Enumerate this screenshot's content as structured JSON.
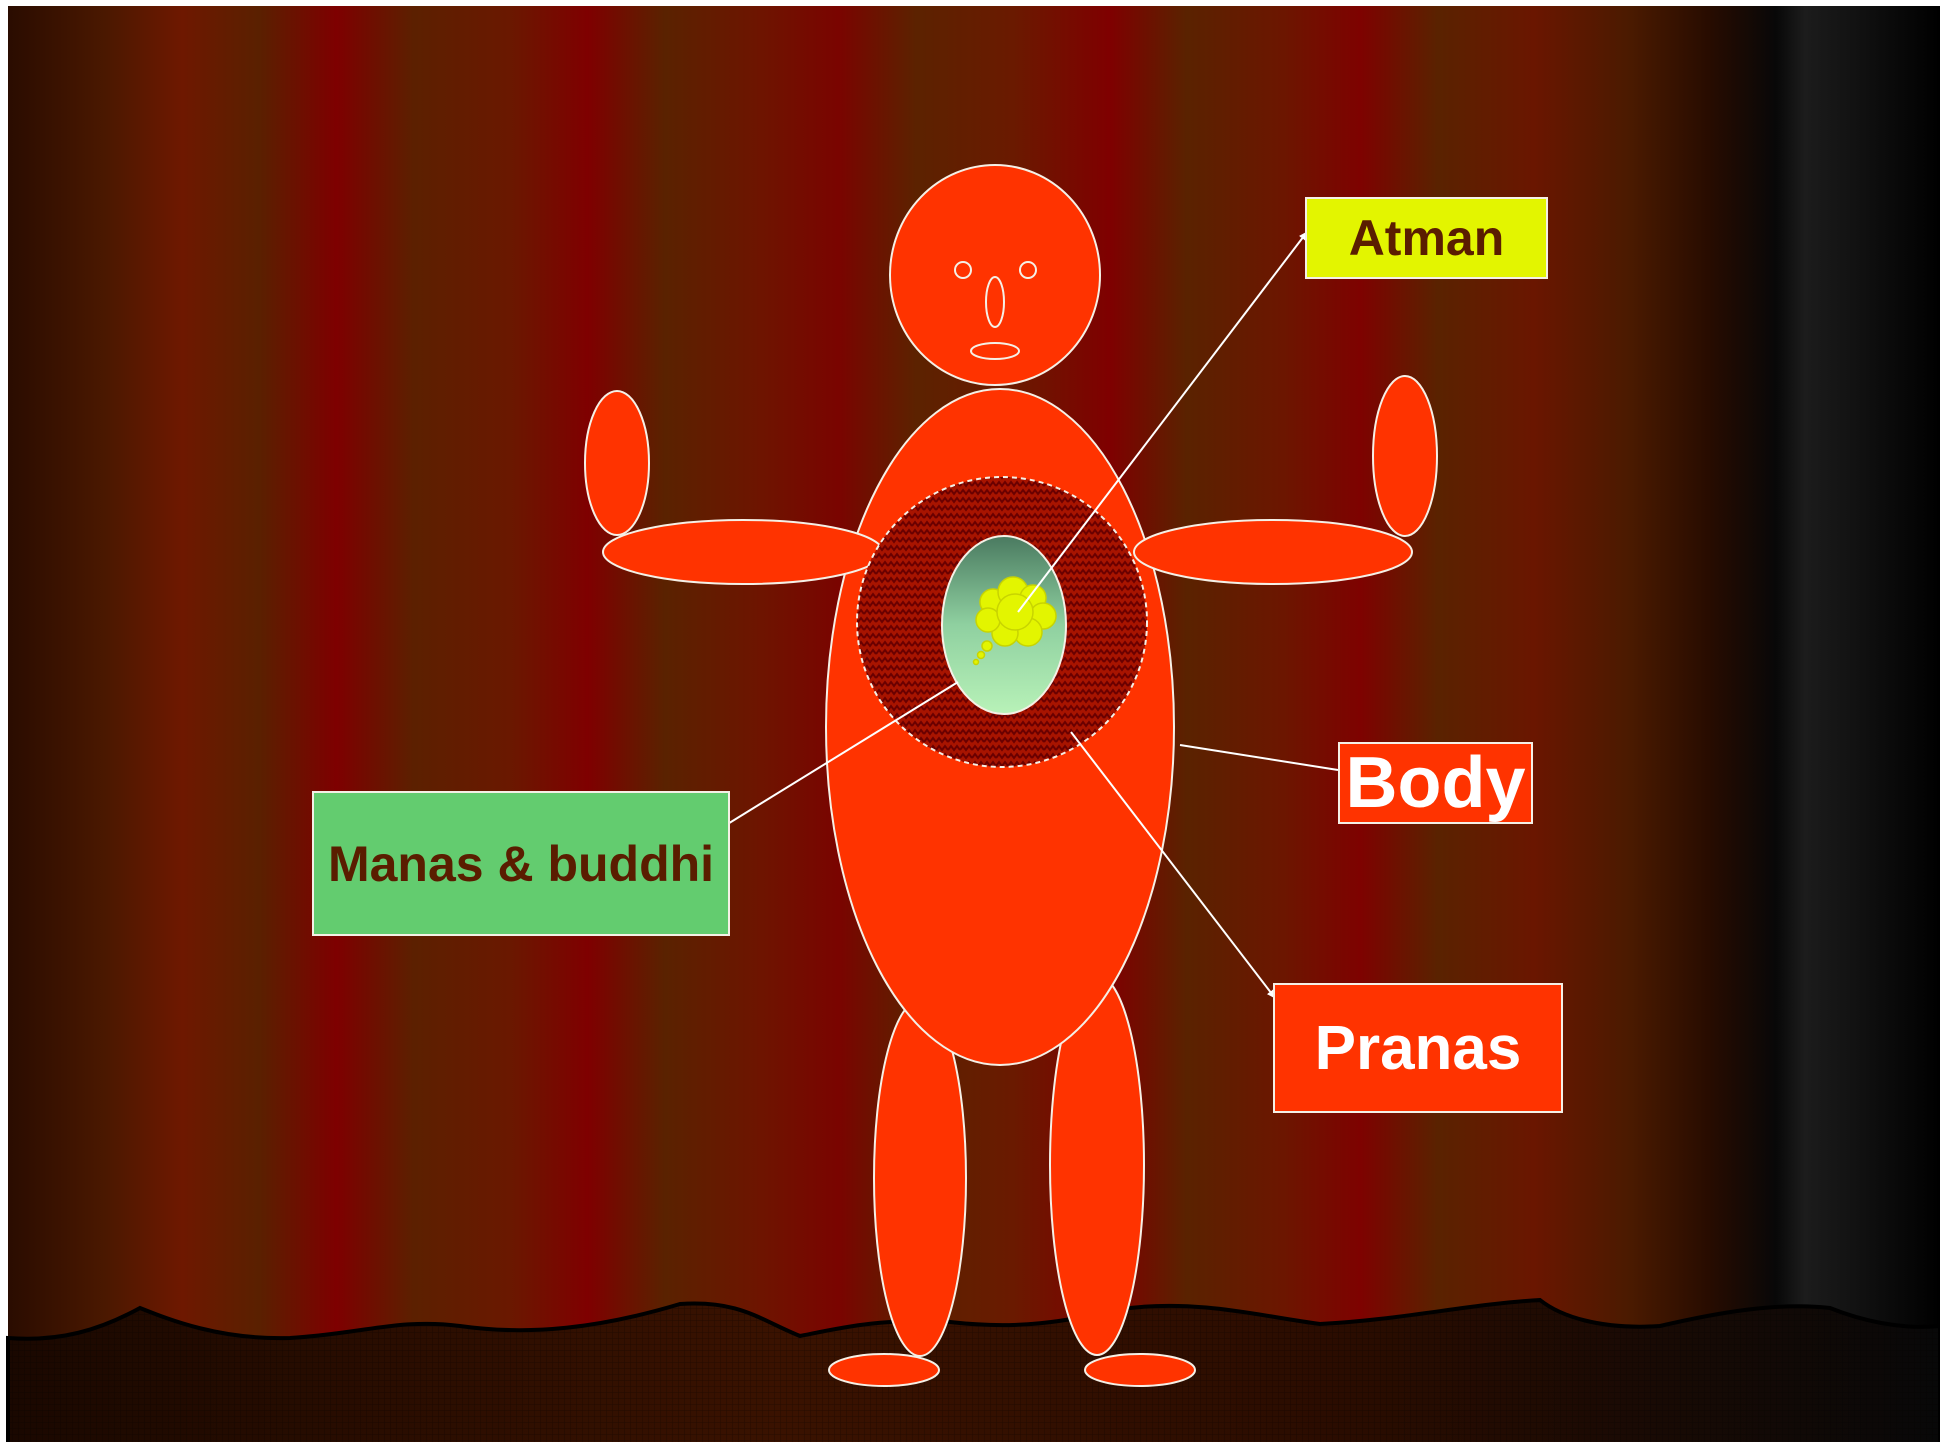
{
  "labels": {
    "atman": "Atman",
    "body": "Body",
    "manas_buddhi": "Manas & buddhi",
    "pranas": "Pranas"
  },
  "colors": {
    "figure": "#ff3300",
    "atman_box": "#e3f500",
    "manas_box": "#63cc6f",
    "body_box": "#ff3300",
    "pranas_box": "#ff3300",
    "label_dark_text": "#5a1d00",
    "curtain_dark": "#4a1a00",
    "curtain_red": "#7f0000"
  },
  "icons": {
    "atman_symbol": "cloud-thought-icon"
  }
}
